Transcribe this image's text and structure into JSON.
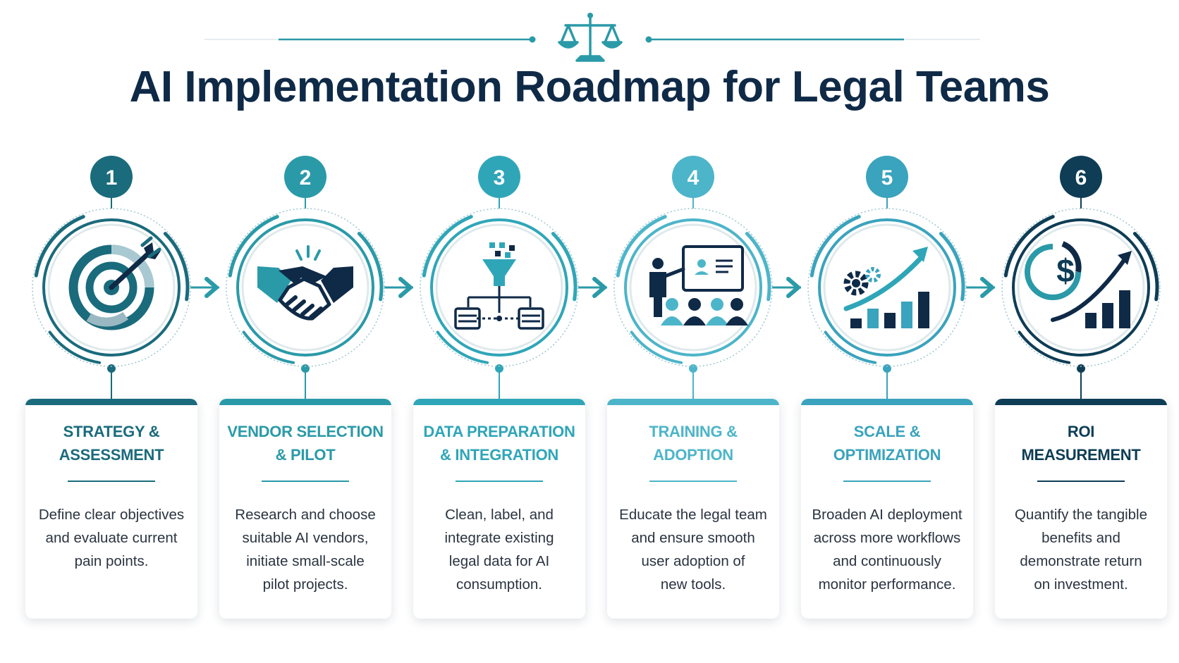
{
  "header": {
    "title": "AI Implementation Roadmap for Legal Teams",
    "emblem_icon": "scales-of-justice-icon"
  },
  "colors": {
    "navy": "#0f2a47",
    "teal_dark": "#1a6b7c",
    "teal": "#2a9aa8",
    "teal_mid": "#2fa6b8",
    "teal_light": "#4db5c9",
    "teal_bright": "#3aa3bd",
    "slate": "#0e3d55"
  },
  "steps": [
    {
      "number": "1",
      "title": "STRATEGY & ASSESSMENT",
      "title_lines": [
        "STRATEGY &",
        "ASSESSMENT"
      ],
      "description_lines": [
        "Define clear objectives",
        "and evaluate current",
        "pain points."
      ],
      "icon": "target-with-arrow-icon",
      "color": "#1a6b7c"
    },
    {
      "number": "2",
      "title": "VENDOR SELECTION & PILOT",
      "title_lines": [
        "VENDOR SELECTION",
        "& PILOT"
      ],
      "description_lines": [
        "Research and choose",
        "suitable AI vendors,",
        "initiate small-scale",
        "pilot projects."
      ],
      "icon": "handshake-icon",
      "color": "#2a9aa8"
    },
    {
      "number": "3",
      "title": "DATA PREPARATION & INTEGRATION",
      "title_lines": [
        "DATA PREPARATION",
        "& INTEGRATION"
      ],
      "description_lines": [
        "Clean, label, and",
        "integrate existing",
        "legal data for AI",
        "consumption."
      ],
      "icon": "data-funnel-icon",
      "color": "#2fa6b8"
    },
    {
      "number": "4",
      "title": "TRAINING & ADOPTION",
      "title_lines": [
        "TRAINING &",
        "ADOPTION"
      ],
      "description_lines": [
        "Educate the legal team",
        "and ensure smooth",
        "user adoption of",
        "new tools."
      ],
      "icon": "presentation-training-icon",
      "color": "#4db5c9"
    },
    {
      "number": "5",
      "title": "SCALE & OPTIMIZATION",
      "title_lines": [
        "SCALE &",
        "OPTIMIZATION"
      ],
      "description_lines": [
        "Broaden AI deployment",
        "across more workflows",
        "and continuously",
        "monitor performance."
      ],
      "icon": "gears-growth-chart-icon",
      "color": "#3aa3bd"
    },
    {
      "number": "6",
      "title": "ROI MEASUREMENT",
      "title_lines": [
        "ROI",
        "MEASUREMENT"
      ],
      "description_lines": [
        "Quantify the tangible",
        "benefits and",
        "demonstrate return",
        "on investment."
      ],
      "icon": "dollar-growth-chart-icon",
      "color": "#0e3d55"
    }
  ]
}
